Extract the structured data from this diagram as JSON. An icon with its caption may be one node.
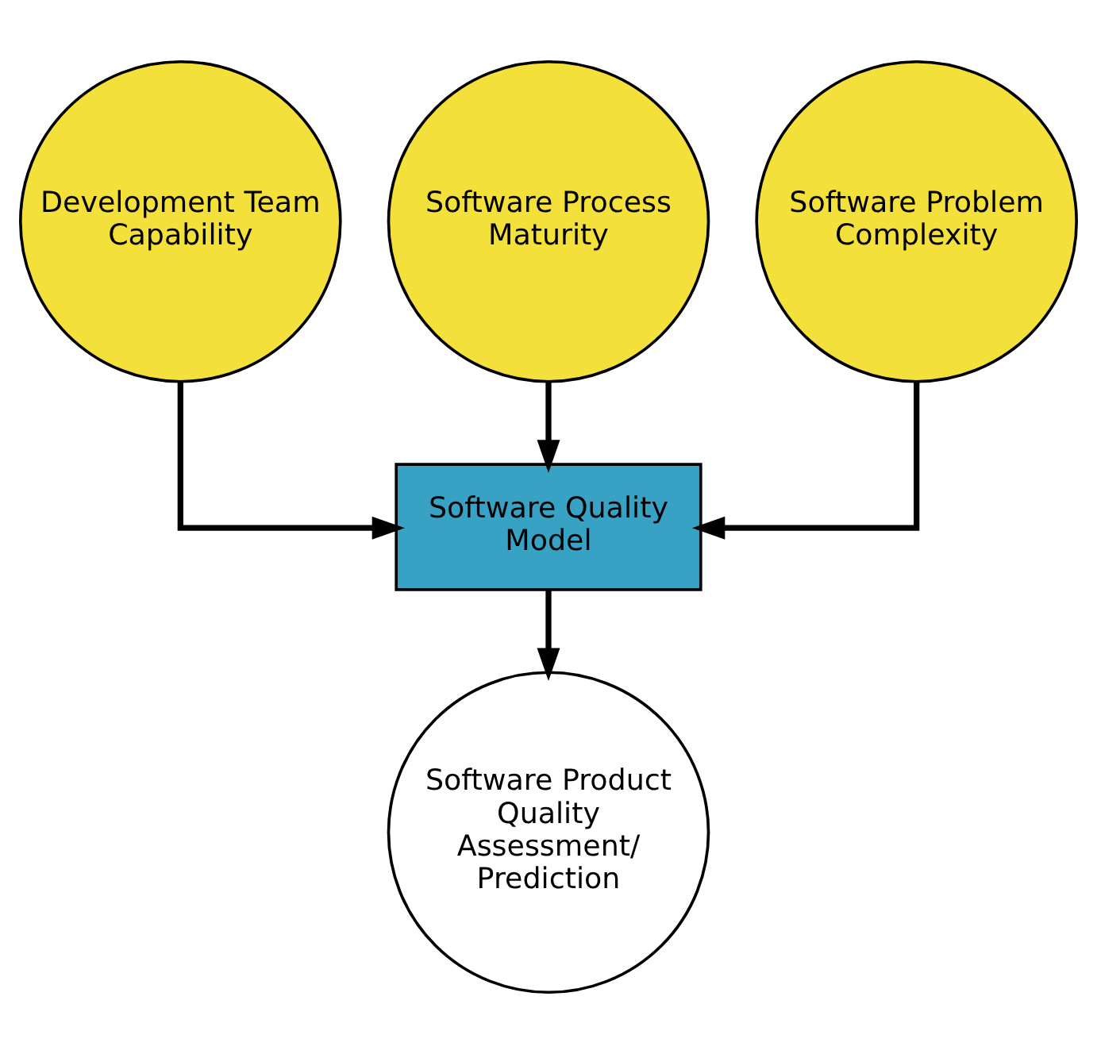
{
  "diagram": {
    "nodes": [
      {
        "text": [
          "Development Team Capability"
        ]
      },
      {
        "text": [
          "Software Process Maturity"
        ]
      },
      {
        "text": [
          "Software Problem Complexity"
        ]
      },
      {
        "text": [
          "Software Quality Model"
        ]
      },
      {
        "text": [
          "Software Product Quality Assessment/ Prediction"
        ]
      }
    ],
    "edges": [
      {
        "from": 0,
        "to": 3,
        "arrow": "to"
      },
      {
        "from": 1,
        "to": 3,
        "arrow": "to"
      },
      {
        "from": 2,
        "to": 3,
        "arrow": "to"
      },
      {
        "from": 3,
        "to": 4,
        "arrow": "to"
      }
    ]
  }
}
